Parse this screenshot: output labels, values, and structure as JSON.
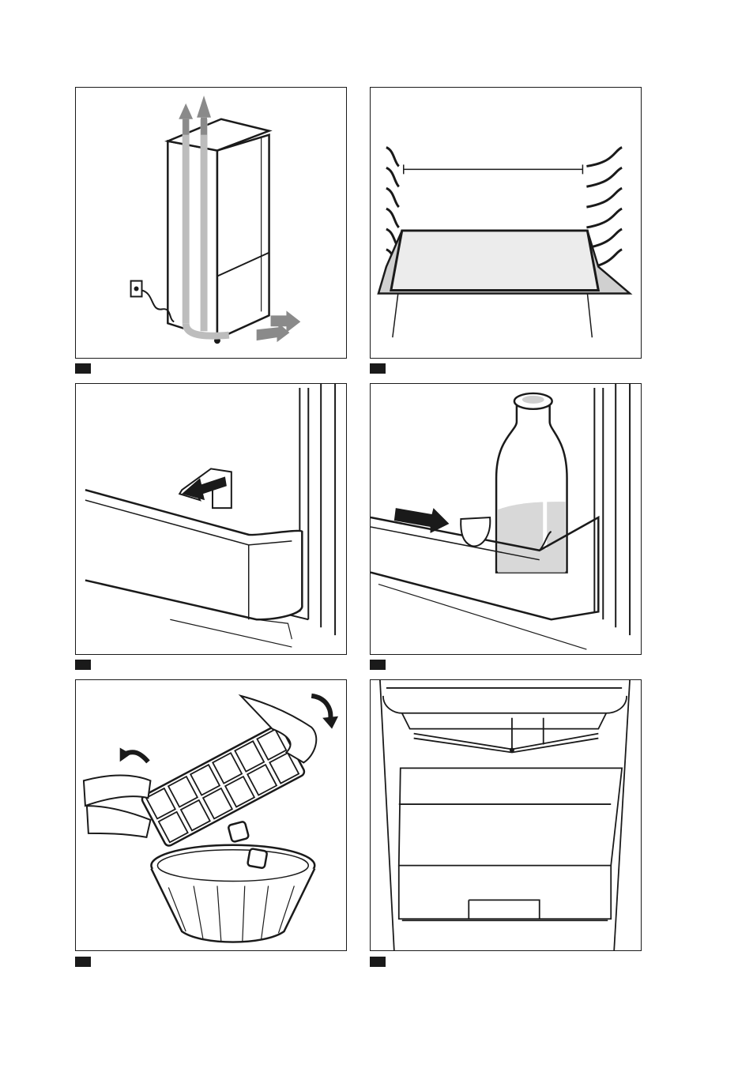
{
  "figures": [
    {
      "illustration": "fridge-air-circulation-illustration",
      "label": ""
    },
    {
      "illustration": "glass-shelf-illustration",
      "label": ""
    },
    {
      "illustration": "crisper-lid-illustration",
      "label": ""
    },
    {
      "illustration": "door-bottle-rack-illustration",
      "label": ""
    },
    {
      "illustration": "ice-tray-illustration",
      "label": ""
    },
    {
      "illustration": "fridge-interior-drawer-illustration",
      "label": ""
    }
  ],
  "colors": {
    "line": "#1a1a1a",
    "arrow_gray": "#8a8a8a",
    "arrow_light": "#bdbdbd",
    "glass": "#e6e6e6",
    "label_bg": "#1a1a1a"
  }
}
